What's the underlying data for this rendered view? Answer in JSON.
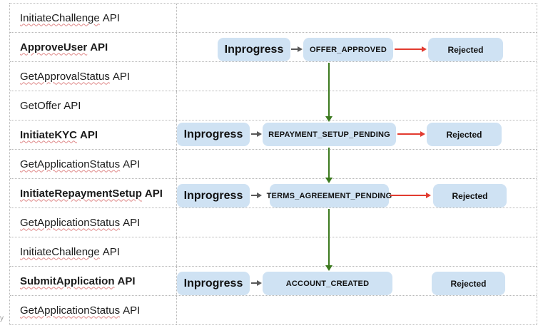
{
  "colors": {
    "box_fill": "#cfe2f3",
    "green_arrow": "#3c7a1f",
    "red_arrow": "#e23b30",
    "gray_arrow": "#595959",
    "grid_dotted": "#b7b7b7",
    "squiggle": "#e08989"
  },
  "icons": {
    "right_arrow": "css-triangle-right",
    "down_arrow": "css-triangle-down"
  },
  "api_table": {
    "rows": [
      {
        "name": "InitiateChallenge",
        "suffix": "API",
        "bold": false,
        "spellcheck_squiggle": true
      },
      {
        "name": "ApproveUser",
        "suffix": "API",
        "bold": true,
        "spellcheck_squiggle": true
      },
      {
        "name": "GetApprovalStatus",
        "suffix": "API",
        "bold": false,
        "spellcheck_squiggle": true
      },
      {
        "name": "GetOffer",
        "suffix": "API",
        "bold": false,
        "spellcheck_squiggle": false
      },
      {
        "name": "InitiateKYC",
        "suffix": "API",
        "bold": true,
        "spellcheck_squiggle": true
      },
      {
        "name": "GetApplicationStatus",
        "suffix": "API",
        "bold": false,
        "spellcheck_squiggle": true
      },
      {
        "name": "InitiateRepaymentSetup",
        "suffix": "API",
        "bold": true,
        "spellcheck_squiggle": true
      },
      {
        "name": "GetApplicationStatus",
        "suffix": "API",
        "bold": false,
        "spellcheck_squiggle": true
      },
      {
        "name": "InitiateChallenge",
        "suffix": "API",
        "bold": false,
        "spellcheck_squiggle": true
      },
      {
        "name": "SubmitApplication",
        "suffix": "API",
        "bold": true,
        "spellcheck_squiggle": true
      },
      {
        "name": "GetApplicationStatus",
        "suffix": "API",
        "bold": false,
        "spellcheck_squiggle": true
      }
    ]
  },
  "flows": [
    {
      "api": "ApproveUser API",
      "start": "Inprogress",
      "state": "OFFER_APPROVED",
      "rejected": "Rejected",
      "red_arrow": true
    },
    {
      "api": "InitiateKYC API",
      "start": "Inprogress",
      "state": "REPAYMENT_SETUP_PENDING",
      "rejected": "Rejected",
      "red_arrow": true
    },
    {
      "api": "InitiateRepaymentSetup API",
      "start": "Inprogress",
      "state": "TERMS_AGREEMENT_PENDING",
      "rejected": "Rejected",
      "red_arrow": true
    },
    {
      "api": "SubmitApplication API",
      "start": "Inprogress",
      "state": "ACCOUNT_CREATED",
      "rejected": "Rejected",
      "red_arrow": false
    }
  ],
  "green_transitions": [
    "OFFER_APPROVED -> REPAYMENT_SETUP_PENDING",
    "REPAYMENT_SETUP_PENDING -> TERMS_AGREEMENT_PENDING",
    "TERMS_AGREEMENT_PENDING -> ACCOUNT_CREATED"
  ],
  "page_edge_fragment": "y"
}
